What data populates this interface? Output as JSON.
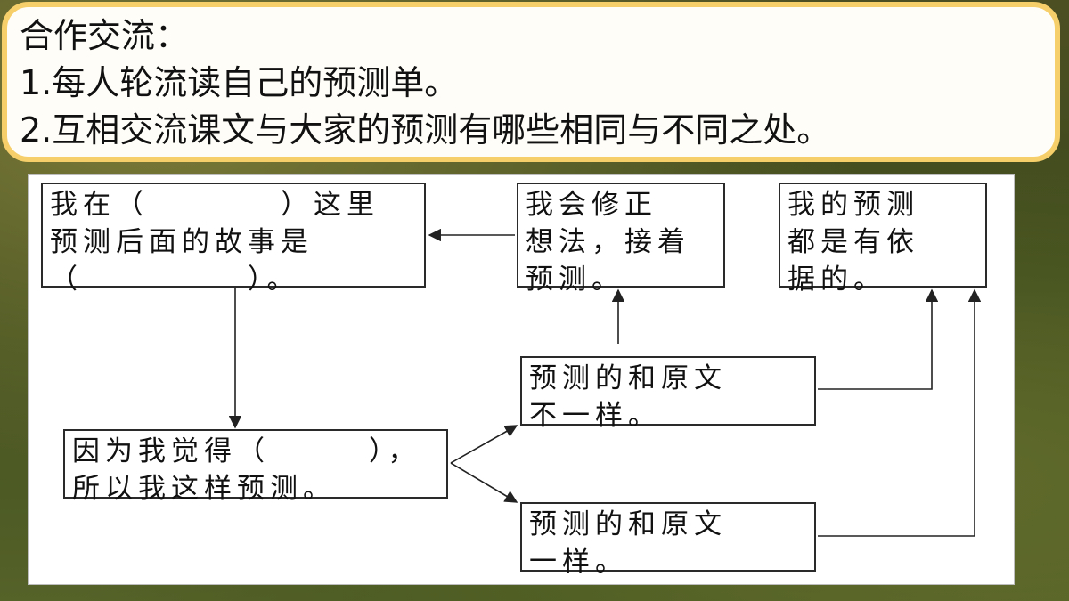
{
  "banner": {
    "title": "合作交流：",
    "items": [
      "1.每人轮流读自己的预测单。",
      "2.互相交流课文与大家的预测有哪些相同与不同之处。"
    ]
  },
  "diagram": {
    "box_predict": "我在（　　　　）这里\n预测后面的故事是\n（　　　　　）。",
    "box_revise": "我会修正\n想法，接着\n预测。",
    "box_basis": "我的预测\n都是有依\n据的。",
    "box_reason": "因为我觉得（　　　），\n所以我这样预测。",
    "box_different": "预测的和原文\n不一样。",
    "box_same": "预测的和原文\n一样。"
  }
}
